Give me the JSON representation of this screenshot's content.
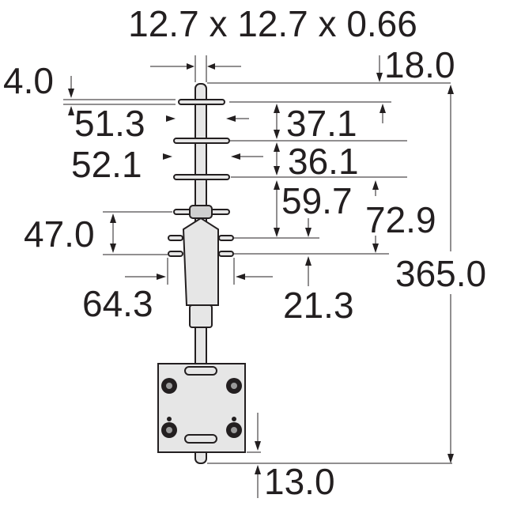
{
  "drawing": {
    "title": "12.7 x 12.7 x 0.66",
    "dimensions": {
      "d_4_0": "4.0",
      "d_18_0": "18.0",
      "d_51_3": "51.3",
      "d_37_1": "37.1",
      "d_52_1": "52.1",
      "d_36_1": "36.1",
      "d_59_7": "59.7",
      "d_72_9": "72.9",
      "d_47_0": "47.0",
      "d_365_0": "365.0",
      "d_64_3": "64.3",
      "d_21_3": "21.3",
      "d_13_0": "13.0"
    }
  }
}
